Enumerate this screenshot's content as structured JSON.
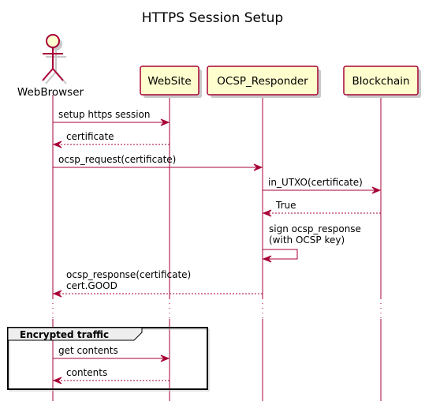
{
  "title": "HTTPS Session Setup",
  "participants": [
    {
      "id": "browser",
      "label": "WebBrowser",
      "kind": "actor"
    },
    {
      "id": "website",
      "label": "WebSite",
      "kind": "participant"
    },
    {
      "id": "ocsp",
      "label": "OCSP_Responder",
      "kind": "participant"
    },
    {
      "id": "chain",
      "label": "Blockchain",
      "kind": "participant"
    }
  ],
  "messages": [
    {
      "from": "browser",
      "to": "website",
      "style": "solid",
      "lines": [
        "setup https session"
      ]
    },
    {
      "from": "website",
      "to": "browser",
      "style": "dashed",
      "lines": [
        "certificate"
      ]
    },
    {
      "from": "browser",
      "to": "ocsp",
      "style": "solid",
      "lines": [
        "ocsp_request(certificate)"
      ]
    },
    {
      "from": "ocsp",
      "to": "chain",
      "style": "solid",
      "lines": [
        "in_UTXO(certificate)"
      ]
    },
    {
      "from": "chain",
      "to": "ocsp",
      "style": "dashed",
      "lines": [
        "True"
      ]
    },
    {
      "from": "ocsp",
      "to": "ocsp",
      "style": "solid",
      "lines": [
        "sign ocsp_response",
        "(with OCSP key)"
      ]
    },
    {
      "from": "ocsp",
      "to": "browser",
      "style": "dashed",
      "lines": [
        "ocsp_response(certificate)",
        "cert.GOOD"
      ]
    }
  ],
  "group": {
    "label": "Encrypted traffic",
    "messages": [
      {
        "from": "browser",
        "to": "website",
        "style": "solid",
        "lines": [
          "get contents"
        ]
      },
      {
        "from": "website",
        "to": "browser",
        "style": "dashed",
        "lines": [
          "contents"
        ]
      }
    ]
  },
  "colors": {
    "line": "#A80036",
    "box_fill": "#FEFECE",
    "text": "#000000"
  }
}
